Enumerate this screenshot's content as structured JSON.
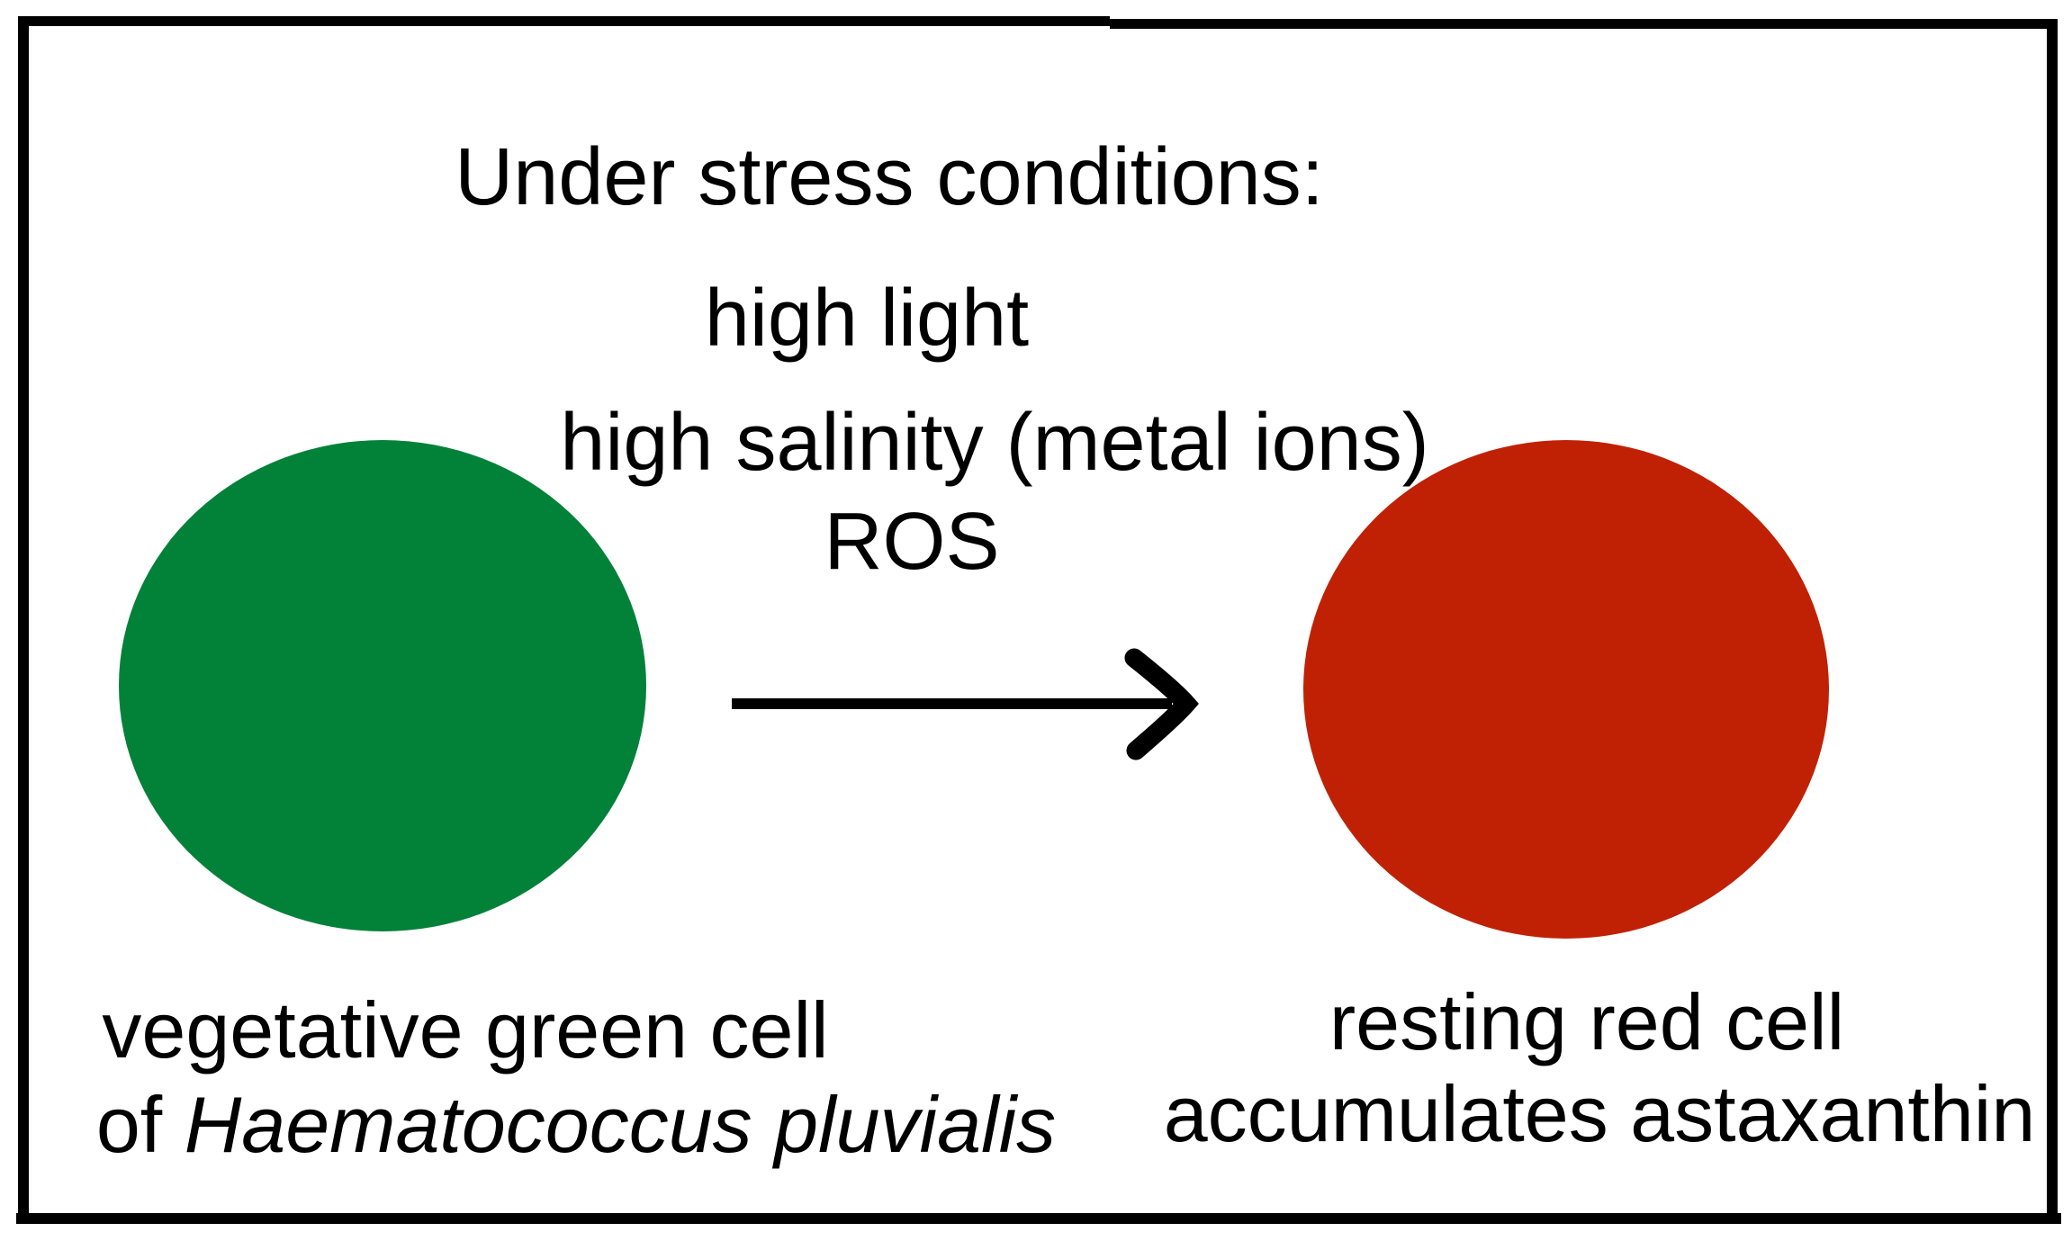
{
  "colors": {
    "green_cell": "#028139",
    "red_cell": "#C02104",
    "outline": "#000000",
    "text": "#000000"
  },
  "stress_block": {
    "heading": "Under stress conditions:",
    "conditions": [
      "high light",
      "high salinity (metal ions)",
      "ROS"
    ]
  },
  "green_cell": {
    "label_line1": "vegetative green cell",
    "label_line2_prefix": "of",
    "label_line2_species": "Haematococcus pluvialis"
  },
  "red_cell": {
    "label_line1": "resting red cell",
    "label_line2": "accumulates astaxanthin"
  },
  "arrow": {
    "icon": "right-arrow"
  }
}
